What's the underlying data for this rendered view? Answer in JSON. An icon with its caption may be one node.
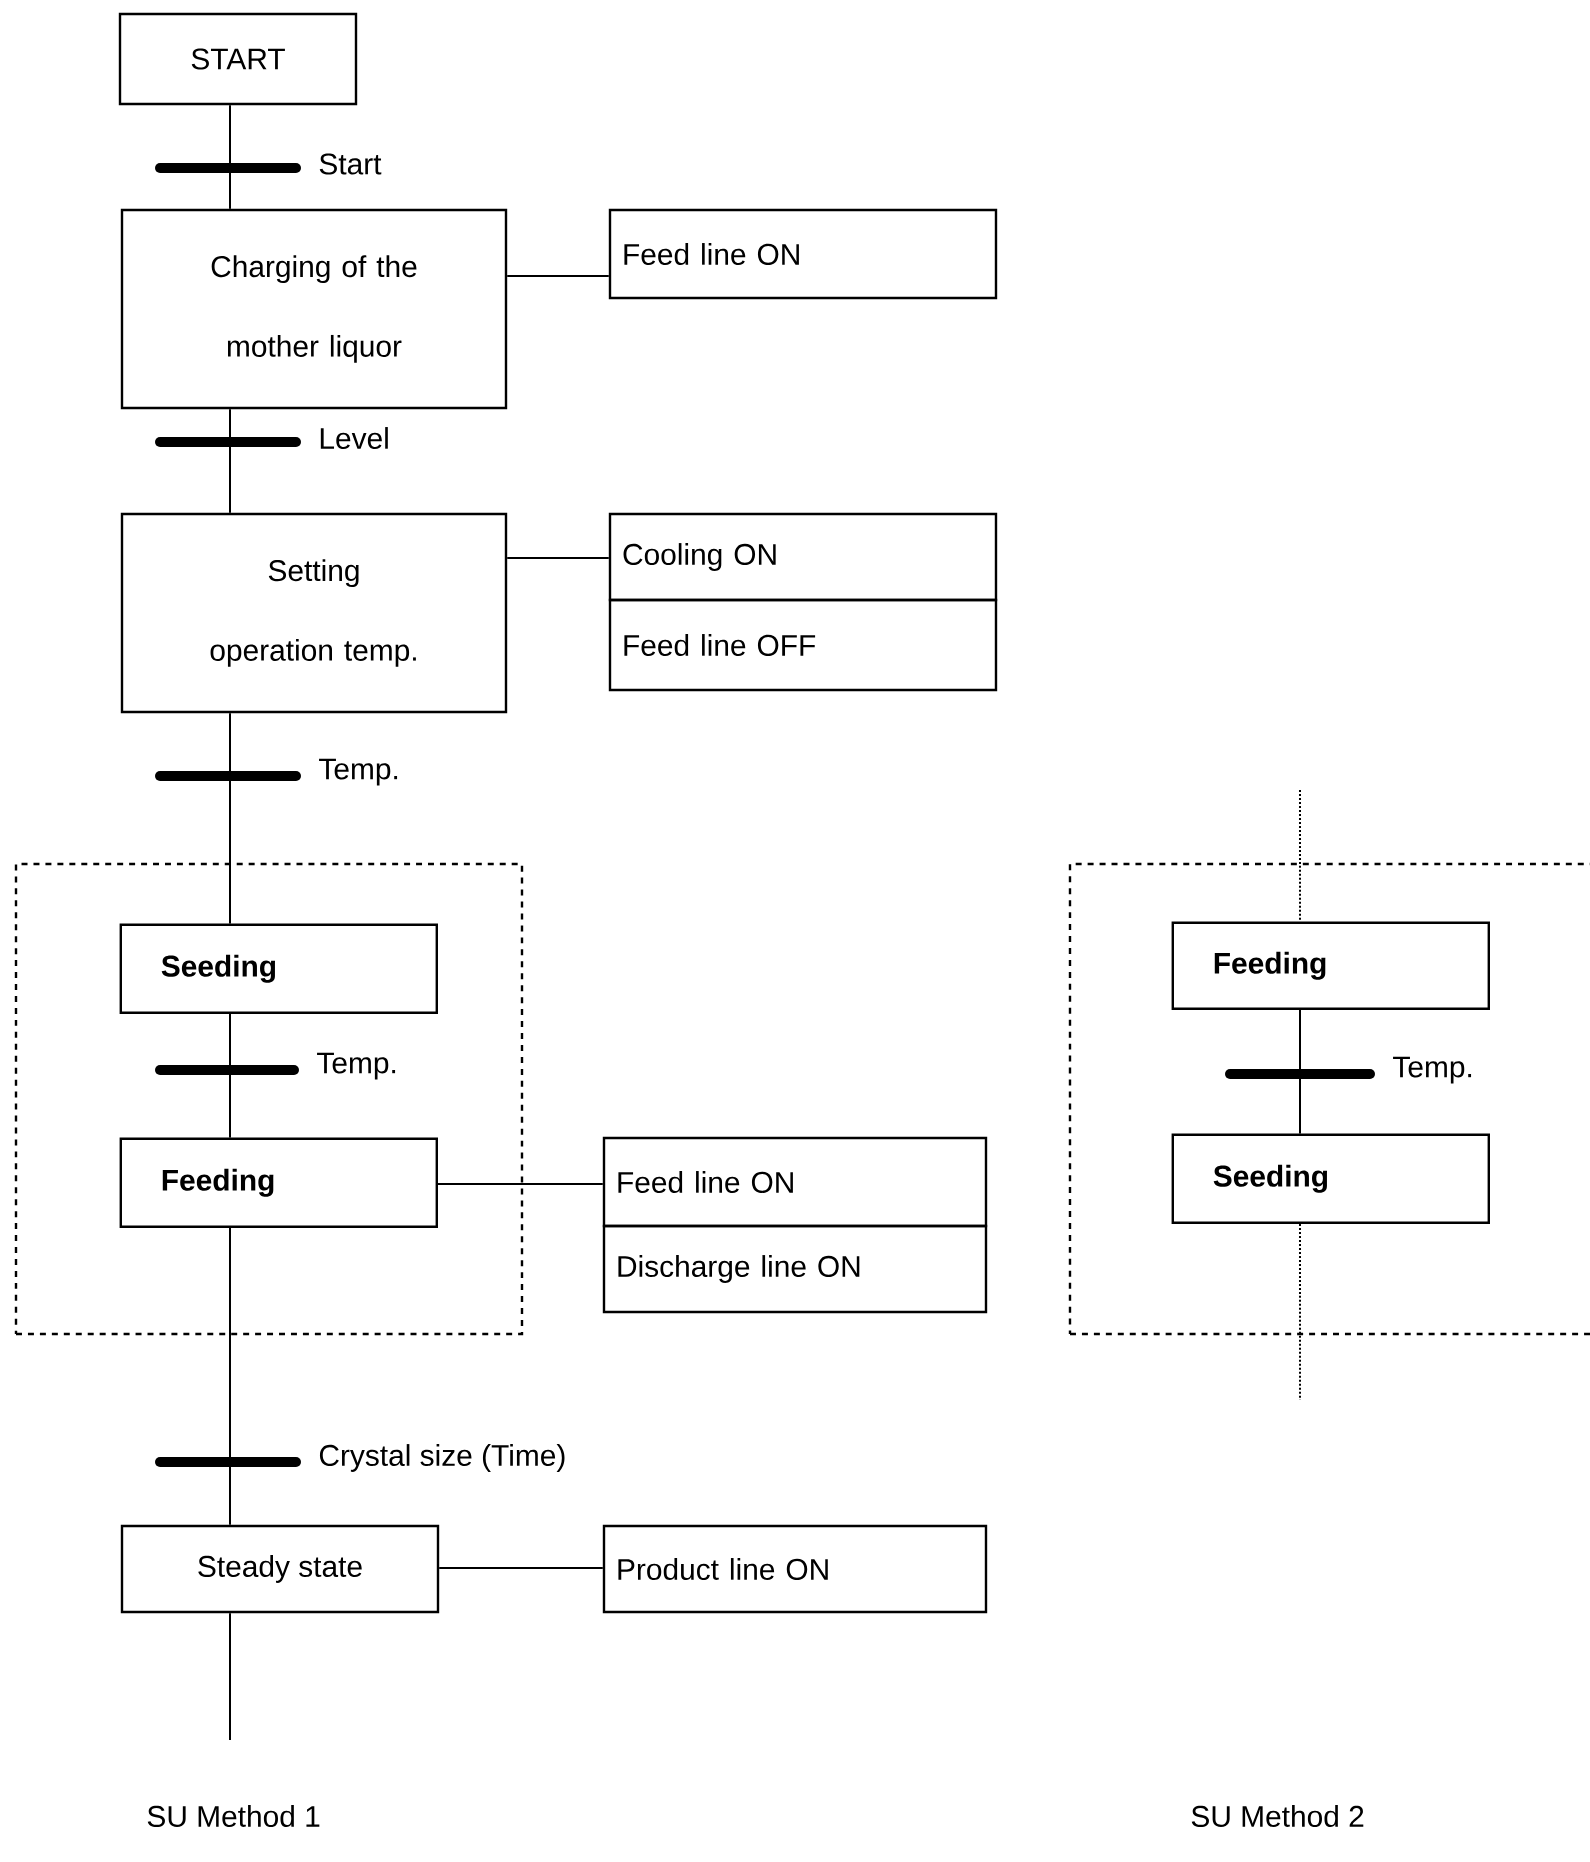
{
  "diagram": {
    "nodes": [
      {
        "text": [
          "START"
        ]
      },
      {
        "text": [
          "Charging of the mother liquor"
        ]
      },
      {
        "text": [
          "Feed line ON"
        ]
      },
      {
        "text": [
          "Setting operation temp."
        ]
      },
      {
        "text": [
          "Cooling ON"
        ]
      },
      {
        "text": [
          "Feed line OFF"
        ]
      },
      {
        "text": [],
        "shape": "box"
      },
      {
        "text": [
          "Seeding"
        ],
        "in": 6
      },
      {
        "text": [
          "Feeding"
        ],
        "in": 6
      },
      {
        "text": [
          "Feed line ON"
        ]
      },
      {
        "text": [
          "Discharge line ON"
        ]
      },
      {
        "text": [
          "Steady state"
        ]
      },
      {
        "text": [
          "Product line ON"
        ]
      },
      {
        "text": [],
        "shape": "box"
      },
      {
        "text": [
          "Feeding"
        ],
        "in": 13
      },
      {
        "text": [
          "Seeding"
        ],
        "in": 13
      }
    ],
    "edges": [
      {
        "from": 0,
        "to": 1,
        "arrow": "none",
        "label": "Start"
      },
      {
        "from": 1,
        "to": 2,
        "arrow": "none"
      },
      {
        "from": 1,
        "to": 3,
        "arrow": "none",
        "label": "Level"
      },
      {
        "from": 3,
        "to": 4,
        "arrow": "none"
      },
      {
        "from": 3,
        "to": 7,
        "arrow": "none",
        "label": "Temp."
      },
      {
        "from": 7,
        "to": 8,
        "arrow": "none",
        "label": "Temp."
      },
      {
        "from": 8,
        "to": 9,
        "arrow": "none"
      },
      {
        "from": 8,
        "to": 11,
        "arrow": "none",
        "label": "Crystal size (Time)"
      },
      {
        "from": 11,
        "to": 12,
        "arrow": "none"
      },
      {
        "from": 11,
        "to": null,
        "arrow": "none"
      },
      {
        "from": null,
        "to": 14,
        "arrow": "none",
        "style": "dashed"
      },
      {
        "from": 14,
        "to": 15,
        "arrow": "none",
        "label": "Temp."
      },
      {
        "from": 15,
        "to": null,
        "arrow": "none",
        "style": "dashed"
      }
    ],
    "labels": [
      "SU Method 1",
      "SU Method 2"
    ]
  }
}
